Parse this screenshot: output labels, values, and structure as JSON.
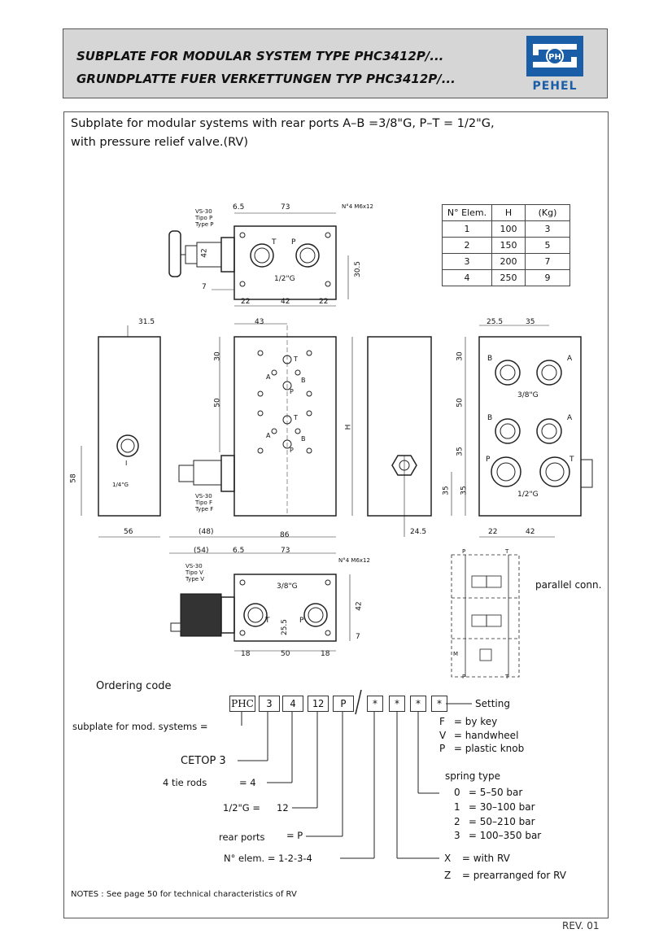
{
  "header": {
    "title_line1": "SUBPLATE FOR MODULAR SYSTEM TYPE PHC3412P/...",
    "title_line2": "GRUNDPLATTE FUER VERKETTUNGEN TYP PHC3412P/...",
    "logo_text": "PEHEL",
    "logo_badge": "PH",
    "brand_color": "#1a5ea8"
  },
  "description": {
    "line1": "Subplate for modular systems with rear ports A–B =3/8\"G, P–T = 1/2\"G,",
    "line2": "with pressure relief valve.(RV)"
  },
  "elements_table": {
    "headers": [
      "N° Elem.",
      "H",
      "(Kg)"
    ],
    "rows": [
      [
        "1",
        "100",
        "3"
      ],
      [
        "2",
        "150",
        "5"
      ],
      [
        "3",
        "200",
        "7"
      ],
      [
        "4",
        "250",
        "9"
      ]
    ]
  },
  "drawing_labels": {
    "vs30_p": [
      "VS-30",
      "Tipo P",
      "Type P"
    ],
    "vs30_f": [
      "VS-30",
      "Tipo F",
      "Type F"
    ],
    "vs30_v": [
      "VS-30",
      "Tipo V",
      "Type V"
    ],
    "n4_m6": "N°4 M6x12",
    "dim_65": "6.5",
    "dim_73": "73",
    "dim_42": "42",
    "dim_22": "22",
    "dim_305": "30.5",
    "dim_7": "7",
    "port_t": "T",
    "port_p": "P",
    "port_a": "A",
    "port_b": "B",
    "port_i": "I",
    "half_g": "1/2\"G",
    "three_eighth_g": "3/8\"G",
    "quarter_g": "1/4\"G",
    "dim_315": "31.5",
    "dim_43": "43",
    "dim_30": "30",
    "dim_50": "50",
    "dim_h": "H",
    "dim_58": "58",
    "dim_56": "56",
    "dim_48": "(48)",
    "dim_86": "86",
    "dim_54": "(54)",
    "dim_255": "25.5",
    "dim_35": "35",
    "dim_245": "24.5",
    "dim_18": "18",
    "parallel_conn": "parallel conn.",
    "m_label": "M"
  },
  "ordering": {
    "title": "Ordering code",
    "code_boxes": [
      "PHC",
      "3",
      "4",
      "12",
      "P",
      "*",
      "*",
      "*",
      "*"
    ],
    "setting": "Setting",
    "subplate_label": "subplate for mod. systems =",
    "cetop": "CETOP 3",
    "tie_rods": "4 tie rods",
    "tie_rods_val": "= 4",
    "half_g_eq": "1/2\"G =",
    "half_g_val": "12",
    "rear_ports": "rear ports",
    "rear_ports_val": "= P",
    "n_elem": "N° elem. = 1-2-3-4",
    "setting_options": [
      {
        "key": "F",
        "text": "= by key"
      },
      {
        "key": "V",
        "text": "= handwheel"
      },
      {
        "key": "P",
        "text": "= plastic knob"
      }
    ],
    "spring_title": "spring type",
    "spring_options": [
      {
        "key": "0",
        "text": "= 5–50 bar"
      },
      {
        "key": "1",
        "text": "= 30–100 bar"
      },
      {
        "key": "2",
        "text": "= 50–210 bar"
      },
      {
        "key": "3",
        "text": "= 100–350 bar"
      }
    ],
    "rv_options": [
      {
        "key": "X",
        "text": "= with RV"
      },
      {
        "key": "Z",
        "text": "= prearranged for RV"
      }
    ]
  },
  "notes": "NOTES : See page 50 for technical characteristics of RV",
  "revision": "REV. 01"
}
